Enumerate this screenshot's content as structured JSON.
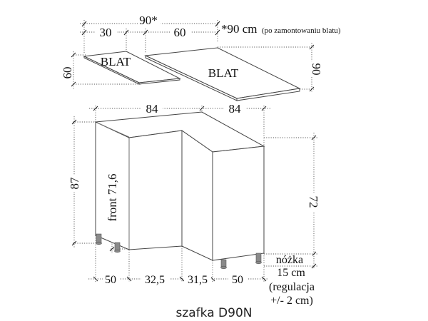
{
  "title": "szafka D90N",
  "countertop": {
    "top_total": "90*",
    "top_left": "30",
    "top_right": "60",
    "note_value": "*90 cm",
    "note_text": "(po zamontowaniu blatu)",
    "left_label": "BLAT",
    "right_label": "BLAT",
    "left_depth": "60",
    "right_depth": "90"
  },
  "cabinet": {
    "width_left": "84",
    "width_right": "84",
    "height_total": "87",
    "front_height": "front 71,6",
    "body_height": "72",
    "bottom_dims": [
      "50",
      "32,5",
      "31,5",
      "50"
    ]
  },
  "leg": {
    "label": "nóżka",
    "height": "15 cm",
    "adjust_line1": "(regulacja",
    "adjust_line2": "+/- 2 cm)"
  },
  "colors": {
    "line": "#444444",
    "leg": "#8a8a8a",
    "dimension": "#555555"
  }
}
